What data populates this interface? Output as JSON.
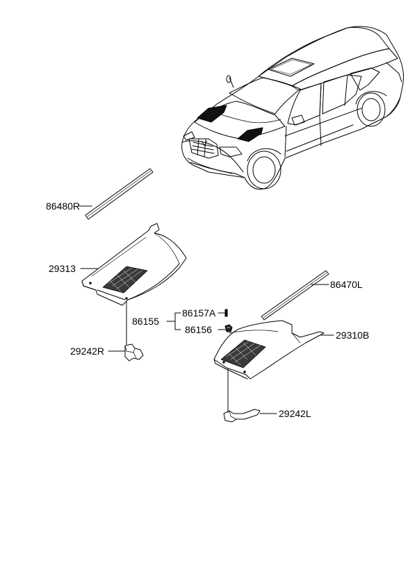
{
  "diagram": {
    "parts": [
      {
        "id": "p86480R",
        "label": "86480R"
      },
      {
        "id": "p29313",
        "label": "29313"
      },
      {
        "id": "p86155",
        "label": "86155"
      },
      {
        "id": "p86157A",
        "label": "86157A"
      },
      {
        "id": "p86156",
        "label": "86156"
      },
      {
        "id": "p29242R",
        "label": "29242R"
      },
      {
        "id": "p86470L",
        "label": "86470L"
      },
      {
        "id": "p29310B",
        "label": "29310B"
      },
      {
        "id": "p29242L",
        "label": "29242L"
      }
    ]
  }
}
